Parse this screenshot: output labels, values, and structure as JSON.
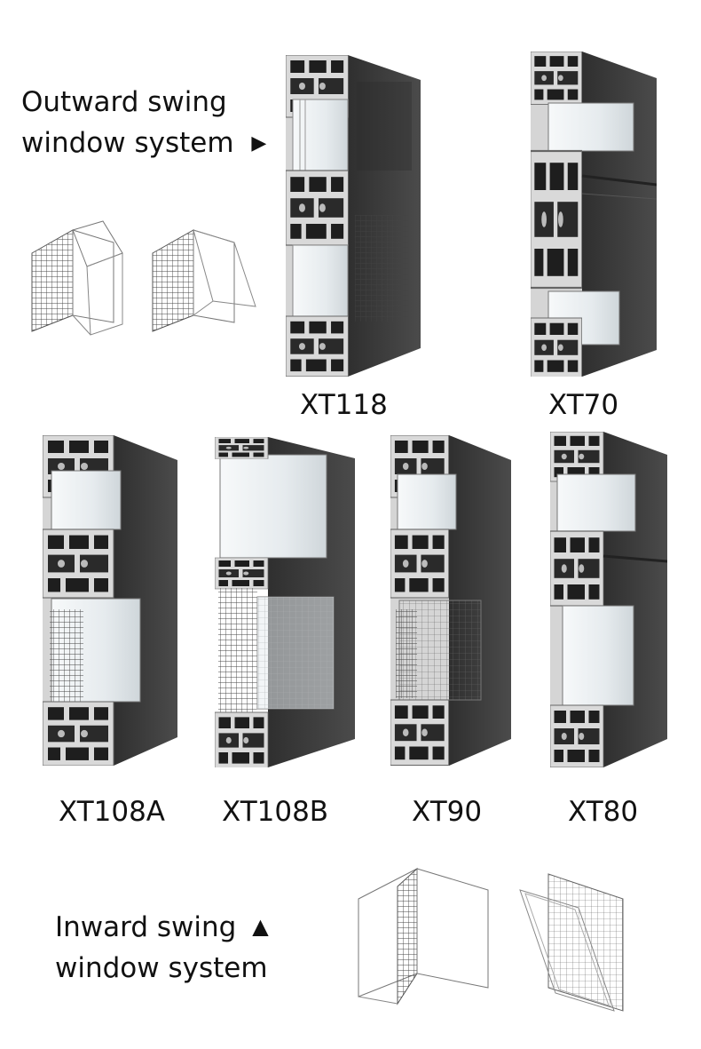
{
  "outward": {
    "line1": "Outward swing",
    "line2": "window system",
    "arrow": "▶"
  },
  "inward": {
    "line1": "Inward swing",
    "line2": "window system",
    "arrow": "▲"
  },
  "models": [
    {
      "code": "XT118"
    },
    {
      "code": "XT70"
    },
    {
      "code": "XT108A"
    },
    {
      "code": "XT108B"
    },
    {
      "code": "XT90"
    },
    {
      "code": "XT80"
    }
  ],
  "colors": {
    "frame_dark": "#3a3a3a",
    "frame_face": "#4a4a4a",
    "section_light": "#d8d8d8",
    "glass": "#eef2f4",
    "mesh": "#555555"
  }
}
